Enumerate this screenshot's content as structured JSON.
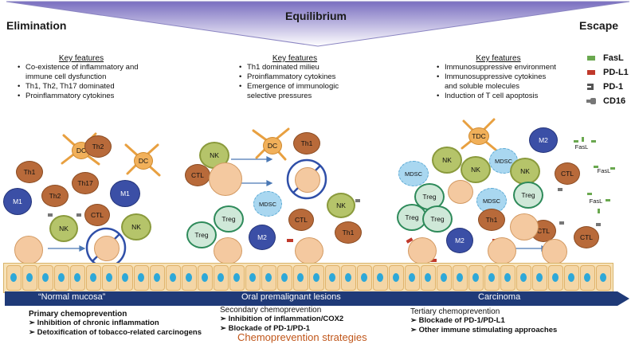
{
  "phases": {
    "elimination": "Elimination",
    "equilibrium": "Equilibrium",
    "escape": "Escape"
  },
  "key_features": {
    "title": "Key features",
    "elimination": [
      "Co-existence of inflammatory and immune cell dysfunction",
      "Th1, Th2, Th17 dominated",
      "Proinflammatory cytokines"
    ],
    "equilibrium": [
      "Th1 dominated milieu",
      "Proinflammatory cytokines",
      "Emergence of immunologic selective pressures"
    ],
    "escape": [
      "Immunosuppressive environment",
      "Immunosuppressive cytokines and soluble molecules",
      "Induction of T cell apoptosis"
    ]
  },
  "legend": {
    "fasl": "FasL",
    "pdl1": "PD-L1",
    "pd1": "PD-1",
    "cd16": "CD16"
  },
  "legend_colors": {
    "fasl": "#6aa84f",
    "pdl1": "#c0392b",
    "pd1": "#555555",
    "cd16": "#777777"
  },
  "cells": {
    "dc": "DC",
    "th2": "Th2",
    "th1": "Th1",
    "th17": "Th17",
    "m1": "M1",
    "m2": "M2",
    "ctl": "CTL",
    "nk": "NK",
    "treg": "Treg",
    "mdsc": "MDSC",
    "tdc": "TDC",
    "fasl": "FasL"
  },
  "stages": {
    "normal": "“Normal mucosa”",
    "premalignant": "Oral premalignant lesions",
    "carcinoma": "Carcinoma"
  },
  "prevention": {
    "primary": {
      "title": "Primary chemoprevention",
      "items": [
        "Inhibition of chronic inflammation",
        "Detoxification of tobacco-related carcinogens"
      ]
    },
    "secondary": {
      "title": "Secondary chemoprevention",
      "items": [
        "Inhibition of inflammation/COX2",
        "Blockade of PD-1/PD-1"
      ]
    },
    "tertiary": {
      "title": "Tertiary chemoprevention",
      "items": [
        "Blockade of PD-1/PD-L1",
        "Other immune stimulating approaches"
      ]
    }
  },
  "footer_title": "Chemoprevention strategies"
}
